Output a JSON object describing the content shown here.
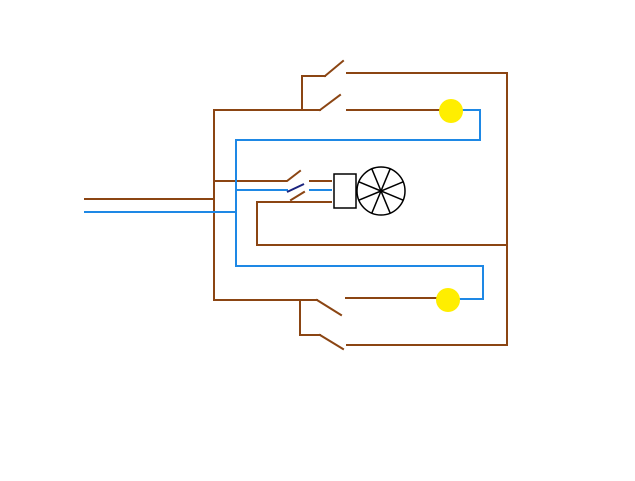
{
  "colors": {
    "background": "#ffffff",
    "live_wire": "#8b4513",
    "neutral_wire": "#1e88e5",
    "switch_blade_dark": "#1a237e",
    "lamp_fill": "#ffee00",
    "symbol_stroke": "#000000"
  },
  "components": {
    "lamps": [
      "lamp-top",
      "lamp-bottom"
    ],
    "switches": [
      "switch-top-upper",
      "switch-top-lower",
      "switch-center",
      "switch-bottom-upper",
      "switch-bottom-lower"
    ],
    "fan": "fan-symbol",
    "box": "fan-terminal-box"
  }
}
